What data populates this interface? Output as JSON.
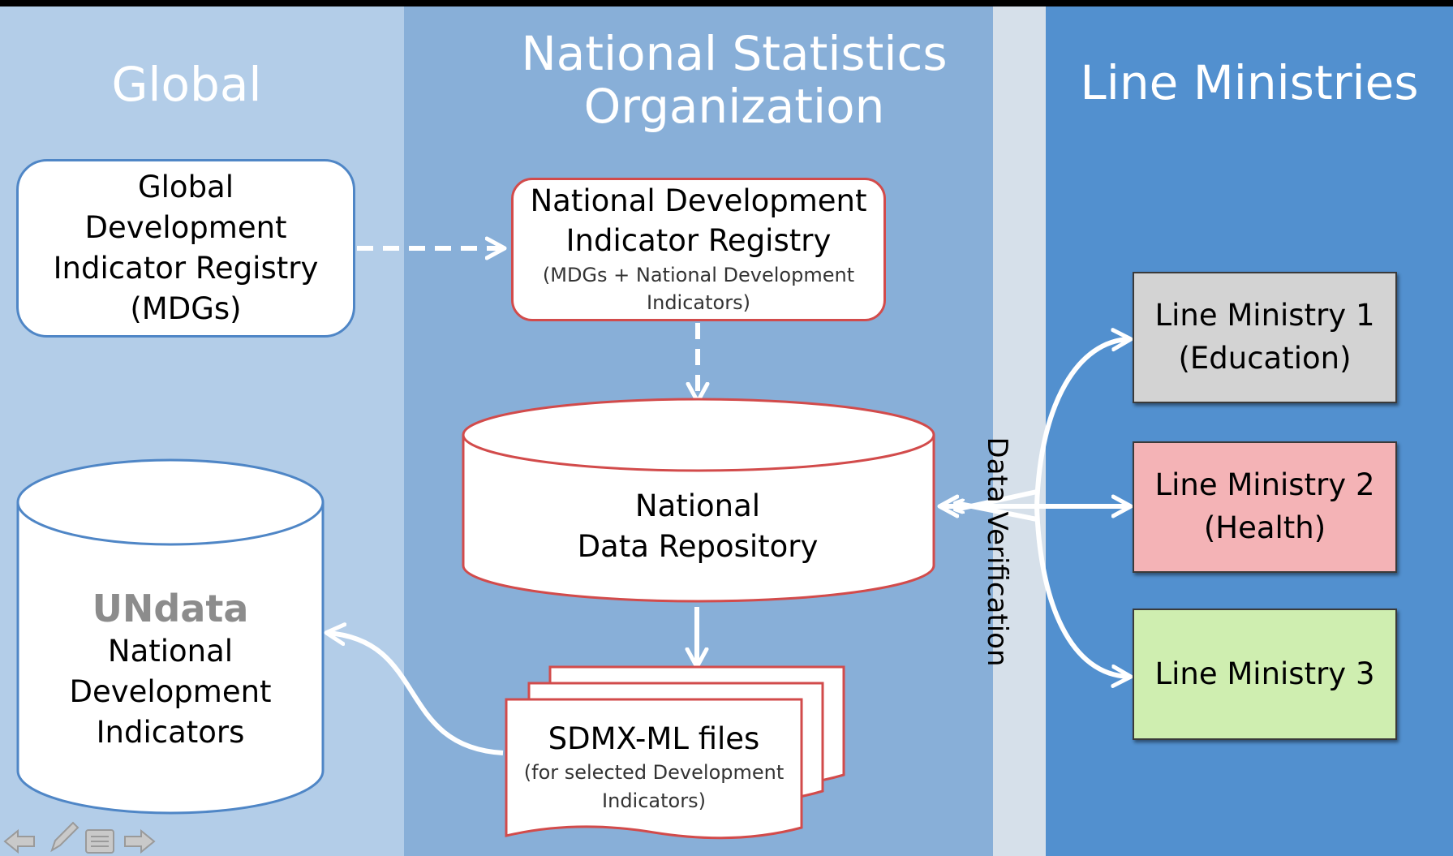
{
  "columns": {
    "global": "Global",
    "nso": [
      "National Statistics",
      "Organization"
    ],
    "line": "Line Ministries",
    "verification": "Data Verification"
  },
  "global_registry": [
    "Global",
    "Development",
    "Indicator Registry",
    "(MDGs)"
  ],
  "national_registry": {
    "title": [
      "National Development",
      "Indicator Registry"
    ],
    "note": [
      "(MDGs + National Development",
      "Indicators)"
    ]
  },
  "repository": [
    "National",
    "Data Repository"
  ],
  "undata": {
    "title": "UNdata",
    "lines": [
      "National",
      "Development",
      "Indicators"
    ]
  },
  "sdmx": {
    "title": "SDMX-ML files",
    "note": [
      "(for selected Development",
      "Indicators)"
    ]
  },
  "ministries": [
    {
      "lines": [
        "Line Ministry 1",
        "(Education)"
      ],
      "color": "#d3d3d3"
    },
    {
      "lines": [
        "Line Ministry 2",
        "(Health)"
      ],
      "color": "#f4b3b6"
    },
    {
      "lines": [
        "Line Ministry 3"
      ],
      "color": "#cfeeb0"
    }
  ],
  "colors": {
    "global_panel": "#b3cde8",
    "nso_panel": "#88afd8",
    "verification_band": "#d6e0ea",
    "line_panel": "#5290cf",
    "blue_outline": "#4f86c6",
    "red_outline": "#d24b4b",
    "undata_gray": "#8c8c8c"
  },
  "icons": [
    "arrow-left-icon",
    "pencil-icon",
    "menu-icon",
    "arrow-right-icon"
  ]
}
